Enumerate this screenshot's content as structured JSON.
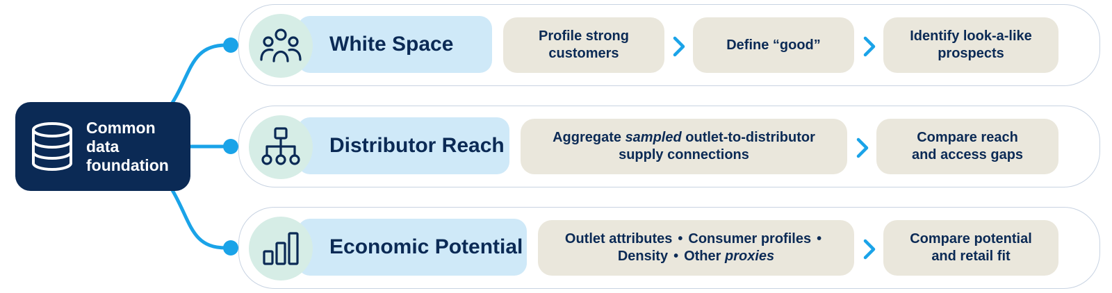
{
  "foundation": {
    "label": "Common\ndata\nfoundation",
    "icon": "database-icon"
  },
  "colors": {
    "navy": "#0b2a55",
    "accent_blue": "#1aa3e8",
    "title_pill": "#cfe9f8",
    "icon_circle": "#d6ede6",
    "step_bg": "#eae7dc"
  },
  "rows": [
    {
      "title": "White Space",
      "icon": "people-group-icon",
      "steps": [
        "Profile strong\ncustomers",
        "Define “good”",
        "Identify look-a-like\nprospects"
      ]
    },
    {
      "title": "Distributor Reach",
      "icon": "network-hierarchy-icon",
      "step1": {
        "line1_pre": "Aggregate ",
        "line1_italic": "sampled",
        "line1_post": " outlet-to-distributor",
        "line2": "supply connections"
      },
      "step2": "Compare reach\nand access gaps"
    },
    {
      "title": "Economic Potential",
      "icon": "bar-chart-icon",
      "step1": {
        "item1": "Outlet attributes",
        "item2": "Consumer profiles",
        "item3": "Density",
        "item4_pre": "Other ",
        "item4_italic": "proxies",
        "separator": "•"
      },
      "step2": "Compare potential\nand retail fit"
    }
  ]
}
